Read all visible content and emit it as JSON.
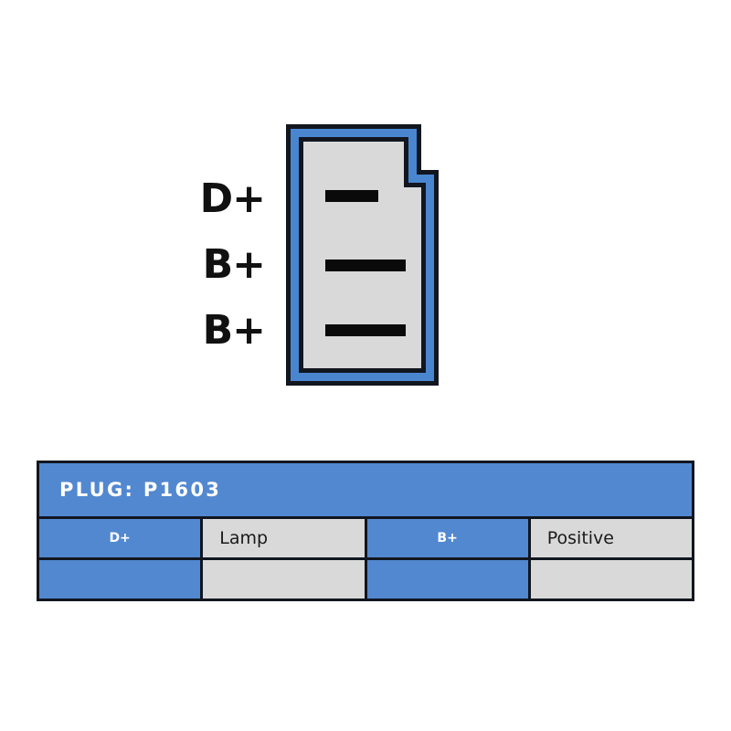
{
  "diagram": {
    "name": "alternator-plug-connector",
    "shape": "stepped-rectangular-plug",
    "colors": {
      "housing_outline": "#11161f",
      "housing_blue": "#4a86d0",
      "housing_fill": "#d9d9d9",
      "terminal": "#0a0a0a",
      "background": "#ffffff"
    },
    "pins": [
      {
        "label": "D+",
        "terminal_width": "short"
      },
      {
        "label": "B+",
        "terminal_width": "long"
      },
      {
        "label": "B+",
        "terminal_width": "long"
      }
    ]
  },
  "table": {
    "header": "PLUG: P1603",
    "rows": [
      {
        "pin_left": "D+",
        "desc_left": "Lamp",
        "pin_right": "B+",
        "desc_right": "Positive"
      },
      {
        "pin_left": "",
        "desc_left": "",
        "pin_right": "",
        "desc_right": ""
      }
    ],
    "colors": {
      "header_bg": "#5288d0",
      "header_text": "#ffffff",
      "pin_bg": "#5288d0",
      "pin_text": "#ffffff",
      "desc_bg": "#d9d9d9",
      "desc_text": "#1a1a1a",
      "border": "#11161f"
    }
  }
}
